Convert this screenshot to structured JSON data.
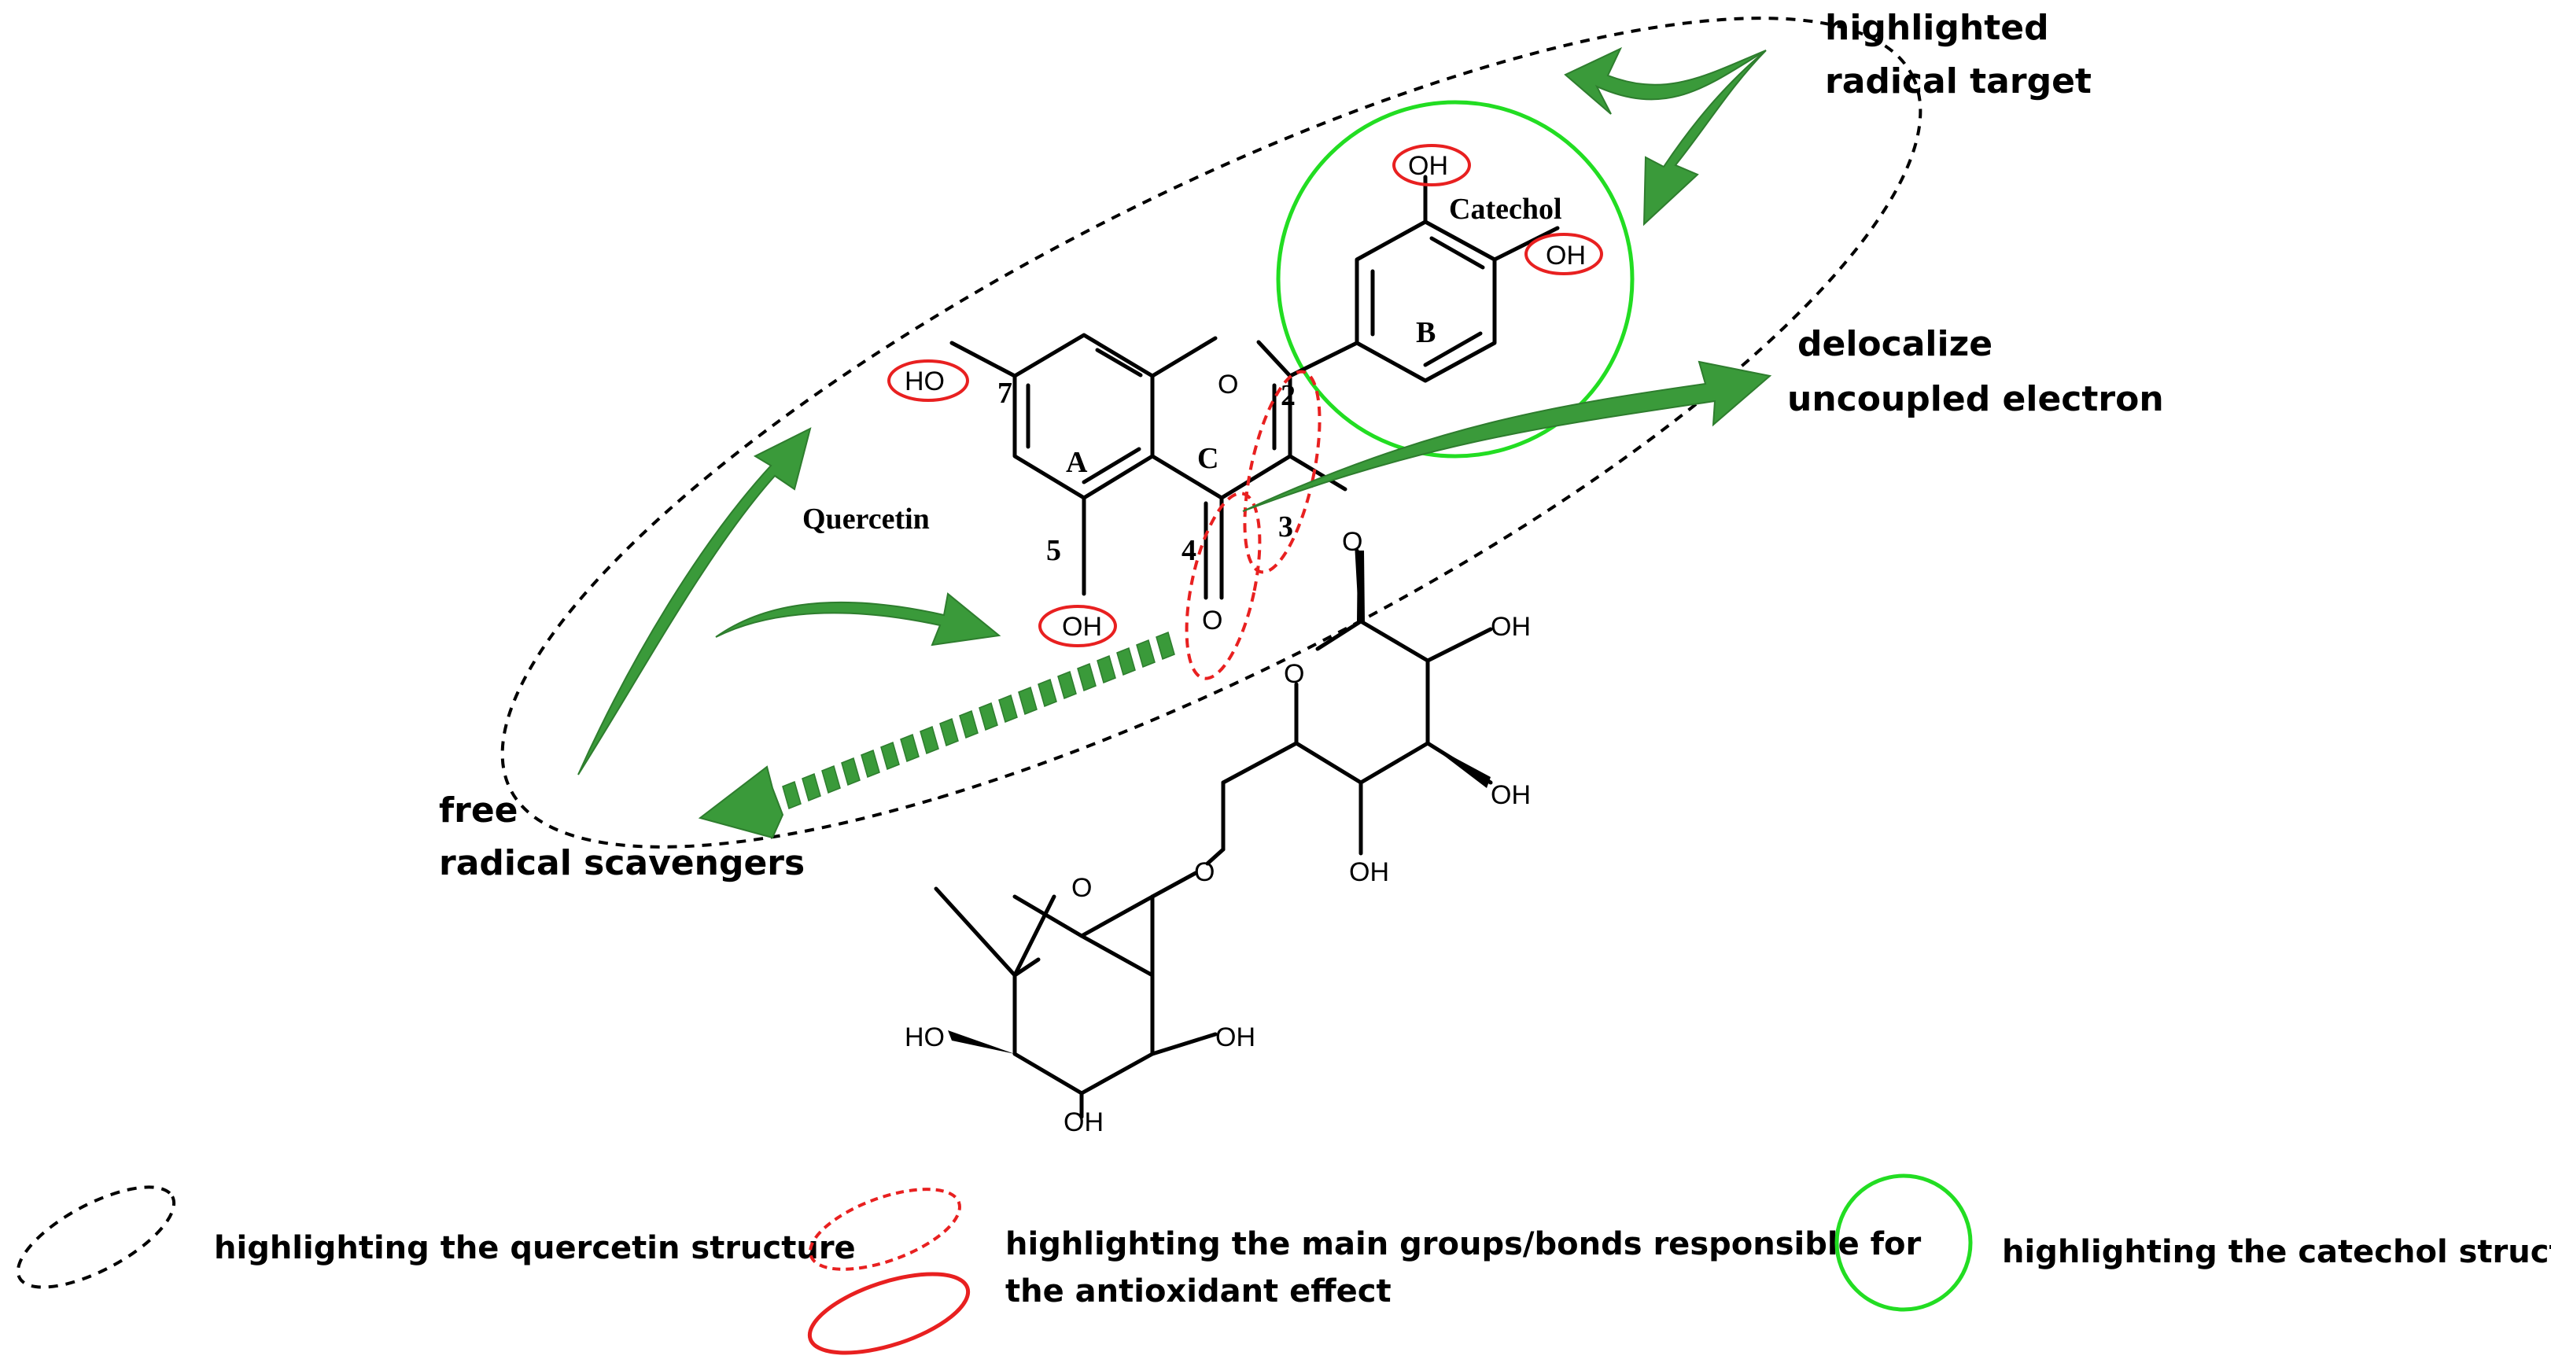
{
  "colors": {
    "arrow_green": "#3a9a3a",
    "arrow_green_dark": "#2e7d2e",
    "red_highlight": "#e82020",
    "catechol_green": "#22dd22",
    "outline_black": "#000000"
  },
  "molecule": {
    "name_label": "Quercetin",
    "catechol_label": "Catechol",
    "ring_labels": {
      "A": "A",
      "B": "B",
      "C": "C"
    },
    "position_labels": {
      "p2": "2",
      "p3": "3",
      "p4": "4",
      "p5": "5",
      "p7": "7"
    },
    "atoms": {
      "ho7": "HO",
      "oh5": "OH",
      "oh3p": "OH",
      "oh4p": "OH",
      "o_ring": "O",
      "o_carbonyl": "O",
      "o_glyco": "O",
      "glc_o_ring": "O",
      "glc_oh_a": "OH",
      "glc_oh_b": "OH",
      "glc_oh_c": "OH",
      "glc_o6": "O",
      "rha_o_ring": "O",
      "rha_oh_a": "HO",
      "rha_oh_b": "OH",
      "rha_oh_c": "OH"
    }
  },
  "callouts": {
    "highlighted_target_l1": "highlighted",
    "highlighted_target_l2": "radical target",
    "delocalize_l1": "delocalize",
    "delocalize_l2": "uncoupled electron",
    "scavengers_l1": "free",
    "scavengers_l2": "radical scavengers"
  },
  "legend": {
    "quercetin": "highlighting the quercetin structure",
    "groups_l1": "highlighting the main groups/bonds responsible for",
    "groups_l2": "the antioxidant effect",
    "catechol": "highlighting the catechol structure"
  }
}
